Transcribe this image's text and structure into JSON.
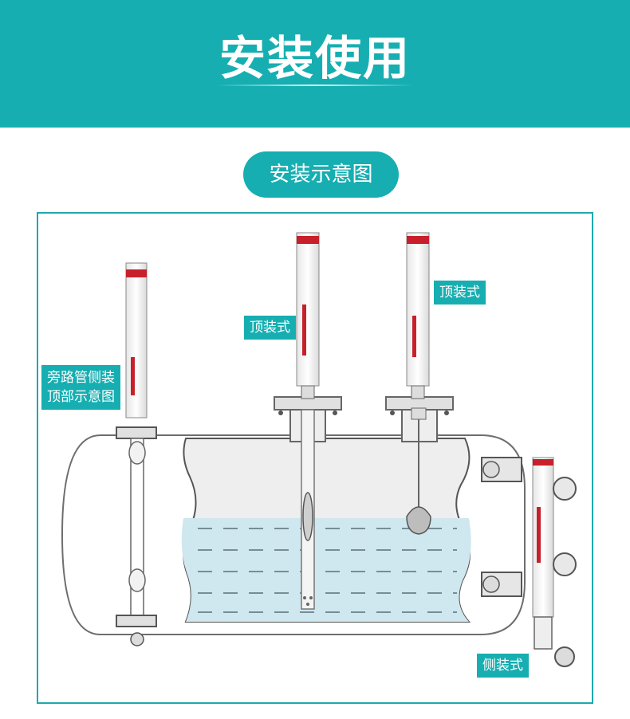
{
  "header": {
    "title": "安装使用"
  },
  "section": {
    "pill_label": "安装示意图"
  },
  "diagram": {
    "labels": {
      "bypass_top": "旁路管侧装\n顶部示意图",
      "top_mount_1": "顶装式",
      "top_mount_2": "顶装式",
      "side_mount": "侧装式"
    }
  },
  "colors": {
    "accent": "#16aeb1",
    "frame_border": "#1fa9ad",
    "liquid": "#cfe7ee",
    "gauge_red": "#c8202b"
  }
}
